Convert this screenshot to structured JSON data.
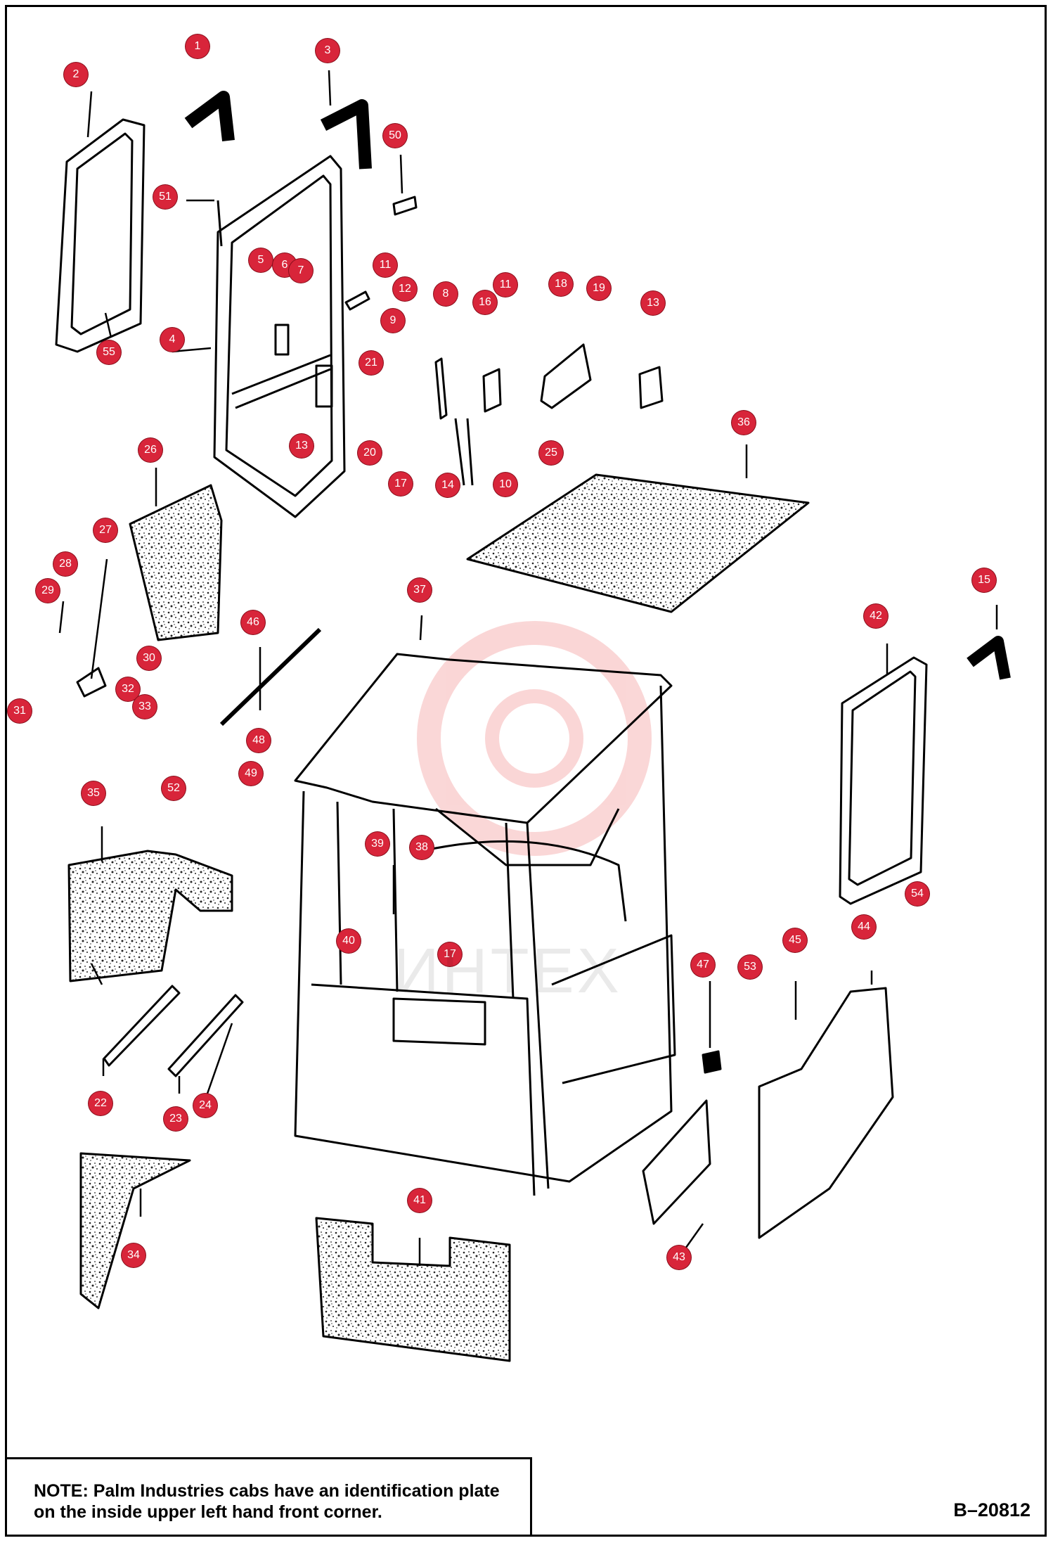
{
  "note": {
    "line1": "NOTE: Palm Industries cabs have an identification plate",
    "line2": "on the inside upper left hand front corner."
  },
  "figure_number": "B–20812",
  "watermark": "ИНТЕХ",
  "callout_color": "#d8253a",
  "callouts": [
    "1",
    "2",
    "3",
    "50",
    "51",
    "5",
    "6",
    "7",
    "11",
    "12",
    "8",
    "9",
    "11",
    "16",
    "18",
    "19",
    "13",
    "4",
    "55",
    "21",
    "13",
    "20",
    "17",
    "14",
    "10",
    "25",
    "36",
    "26",
    "27",
    "28",
    "29",
    "37",
    "15",
    "42",
    "46",
    "30",
    "31",
    "32",
    "33",
    "48",
    "49",
    "52",
    "35",
    "39",
    "38",
    "54",
    "40",
    "17",
    "47",
    "53",
    "45",
    "44",
    "22",
    "23",
    "24",
    "41",
    "34",
    "43"
  ]
}
